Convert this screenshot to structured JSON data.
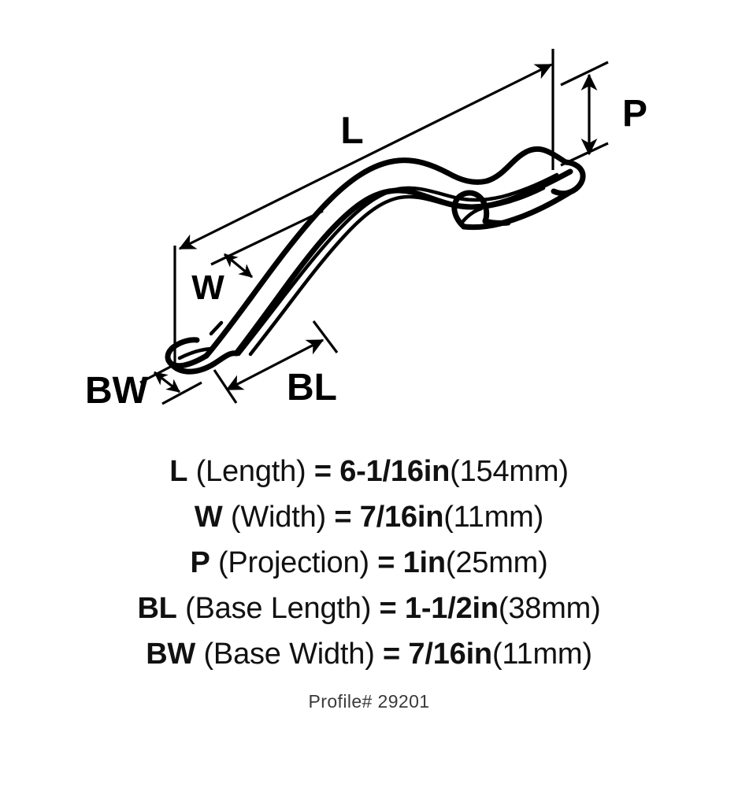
{
  "diagram": {
    "title": "Cabinet Pull Dimension Diagram",
    "background_color": "#ffffff",
    "line_color": "#000000",
    "callouts": [
      {
        "key": "L",
        "label": "L"
      },
      {
        "key": "W",
        "label": "W"
      },
      {
        "key": "P",
        "label": "P"
      },
      {
        "key": "BL",
        "label": "BL"
      },
      {
        "key": "BW",
        "label": "BW"
      }
    ]
  },
  "specs": [
    {
      "code": "L",
      "name": "(Length)",
      "equals": "=",
      "imperial": "6-1/16in",
      "metric": "(154mm)"
    },
    {
      "code": "W",
      "name": "(Width)",
      "equals": "=",
      "imperial": "7/16in",
      "metric": "(11mm)"
    },
    {
      "code": "P",
      "name": "(Projection)",
      "equals": "=",
      "imperial": "1in",
      "metric": "(25mm)"
    },
    {
      "code": "BL",
      "name": "(Base Length)",
      "equals": "=",
      "imperial": "1-1/2in",
      "metric": "(38mm)"
    },
    {
      "code": "BW",
      "name": "(Base Width)",
      "equals": "=",
      "imperial": "7/16in",
      "metric": "(11mm)"
    }
  ],
  "footer": {
    "profile": "Profile# 29201"
  }
}
